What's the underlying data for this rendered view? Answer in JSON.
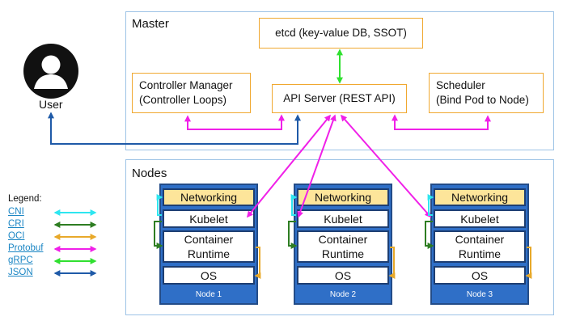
{
  "master": {
    "title": "Master",
    "etcd": "etcd (key-value DB, SSOT)",
    "controller_manager": [
      "Controller Manager",
      "(Controller Loops)"
    ],
    "api_server": "API Server (REST API)",
    "scheduler": [
      "Scheduler",
      "(Bind Pod to Node)"
    ]
  },
  "user": {
    "label": "User"
  },
  "nodes": {
    "title": "Nodes",
    "items": [
      {
        "label": "Node 1",
        "networking": "Networking",
        "kubelet": "Kubelet",
        "runtime": [
          "Container",
          "Runtime"
        ],
        "os": "OS"
      },
      {
        "label": "Node 2",
        "networking": "Networking",
        "kubelet": "Kubelet",
        "runtime": [
          "Container",
          "Runtime"
        ],
        "os": "OS"
      },
      {
        "label": "Node 3",
        "networking": "Networking",
        "kubelet": "Kubelet",
        "runtime": [
          "Container",
          "Runtime"
        ],
        "os": "OS"
      }
    ]
  },
  "legend": {
    "title": "Legend:",
    "items": [
      {
        "label": "CNI",
        "color": "#2ee6f0"
      },
      {
        "label": "CRI",
        "color": "#2e7d22"
      },
      {
        "label": "OCI",
        "color": "#e8a92a"
      },
      {
        "label": "Protobuf",
        "color": "#f020e8"
      },
      {
        "label": "gRPC",
        "color": "#30e030"
      },
      {
        "label": "JSON",
        "color": "#1f5aa8"
      }
    ]
  }
}
